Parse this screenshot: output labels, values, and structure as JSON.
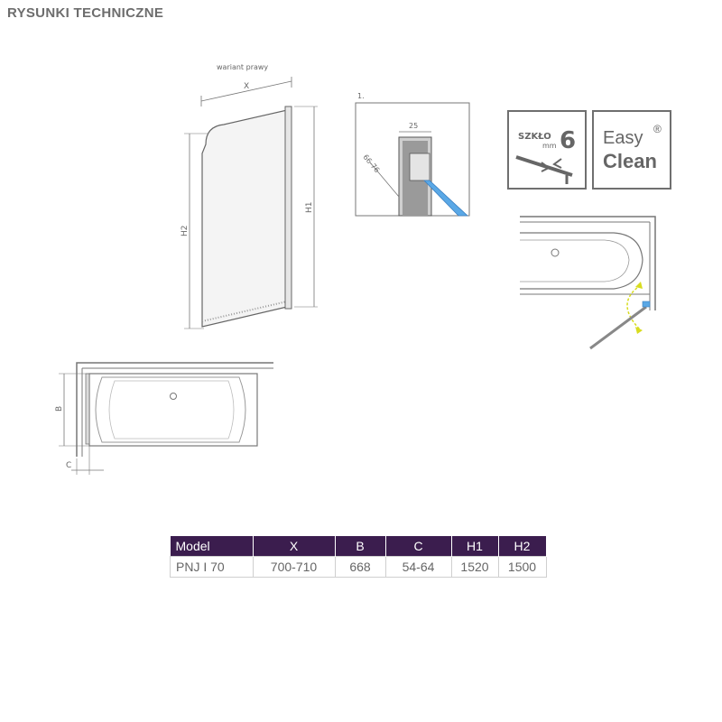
{
  "page": {
    "title": "RYSUNKI TECHNICZNE"
  },
  "front_view": {
    "caption": "wariant prawy",
    "dim_x": "X",
    "dim_h1": "H1",
    "dim_h2": "H2"
  },
  "detail": {
    "number": "1.",
    "dim_width": "25",
    "dim_range": "66-76"
  },
  "badges": {
    "glass": {
      "label": "SZKŁO",
      "unit": "mm",
      "value": "6"
    },
    "easy_clean": {
      "line1": "Easy",
      "line2": "Clean",
      "mark": "®"
    }
  },
  "plan_view": {
    "dim_b": "B",
    "dim_c": "C"
  },
  "table": {
    "headers": [
      "Model",
      "X",
      "B",
      "C",
      "H1",
      "H2"
    ],
    "rows": [
      [
        "PNJ I 70",
        "700-710",
        "668",
        "54-64",
        "1520",
        "1500"
      ]
    ]
  },
  "colors": {
    "table_header": "#3b1d4e",
    "arrow_green": "#d8dc1f",
    "glass_blue": "#5aa8e6"
  }
}
